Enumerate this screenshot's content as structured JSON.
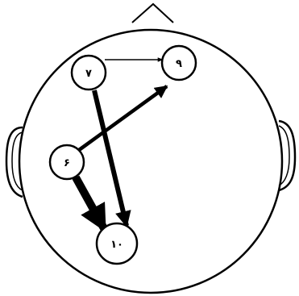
{
  "diagram": {
    "type": "head-connectivity-map",
    "nodes": [
      {
        "id": "n7",
        "label": "۷"
      },
      {
        "id": "n9",
        "label": "۹"
      },
      {
        "id": "n6",
        "label": "۶"
      },
      {
        "id": "n10",
        "label": "۱۰"
      }
    ],
    "edges": [
      {
        "from": "n7",
        "to": "n9",
        "strength": "thin"
      },
      {
        "from": "n6",
        "to": "n9",
        "strength": "medium"
      },
      {
        "from": "n7",
        "to": "n10",
        "strength": "thick"
      },
      {
        "from": "n6",
        "to": "n10",
        "strength": "heavy"
      }
    ]
  }
}
